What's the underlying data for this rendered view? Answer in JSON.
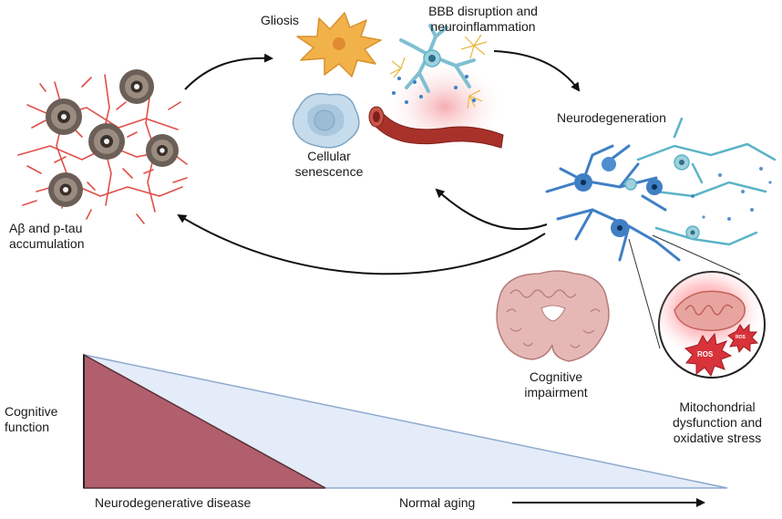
{
  "labels": {
    "gliosis": "Gliosis",
    "bbb_line1": "BBB disruption and",
    "bbb_line2": "neuroinflammation",
    "senescence_line1": "Cellular",
    "senescence_line2": "senescence",
    "neurodegeneration": "Neurodegeneration",
    "abeta_line1": "Aβ and p-tau",
    "abeta_line2": "accumulation",
    "cognitive_impairment_line1": "Cognitive",
    "cognitive_impairment_line2": "impairment",
    "mito_line1": "Mitochondrial",
    "mito_line2": "dysfunction and",
    "mito_line3": "oxidative stress",
    "ros_large": "ROS",
    "ros_small": "ROS",
    "cognitive_function_line1": "Cognitive",
    "cognitive_function_line2": "function",
    "neurodegenerative_disease": "Neurodegenerative disease",
    "normal_aging": "Normal aging"
  },
  "colors": {
    "disease_fill": "#b15f6d",
    "aging_fill": "#e3ecf8",
    "aging_edge": "#8ea9cf",
    "plaque_branch": "#e0504a",
    "neuron_blue": "#3f7fc4",
    "neuron_teal": "#5ab3c8",
    "glia_orange": "#f2b24a",
    "senescent_cell": "#a9c7de",
    "vessel_red": "#a8322a",
    "brain_pink": "#e5b8b5",
    "mito_glow": "#ff6b73",
    "ros_red": "#d8323a",
    "arrow": "#111111"
  }
}
